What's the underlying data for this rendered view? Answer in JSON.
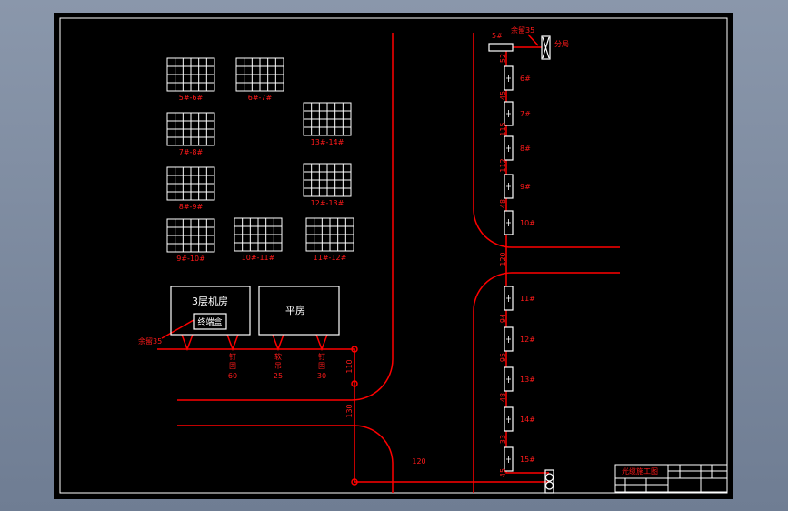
{
  "colors": {
    "background": "#000000",
    "road": "#ff0000",
    "structure": "#ffffff",
    "label": "#ff1a1a"
  },
  "buildings": [
    {
      "label": "3层机房",
      "sub_label": "终端盒"
    },
    {
      "label": "平房"
    }
  ],
  "left_cable": {
    "reserve": "余留35",
    "segments": [
      {
        "method": "钉固",
        "length": "60"
      },
      {
        "method": "软吊",
        "length": "25"
      },
      {
        "method": "钉固",
        "length": "30"
      }
    ],
    "vertical_dims": [
      "110",
      "130"
    ],
    "bottom_dim": "120"
  },
  "right_cable": {
    "start_pole": "5#",
    "reserve": "余留35",
    "office": "分局",
    "poles": [
      "6#",
      "7#",
      "8#",
      "9#",
      "10#",
      "11#",
      "12#",
      "13#",
      "14#",
      "15#"
    ],
    "spans": [
      "52",
      "45",
      "115",
      "112",
      "48",
      "120",
      "94",
      "95",
      "48",
      "33",
      "45"
    ]
  },
  "grids": [
    "5#-6#",
    "6#-7#",
    "7#-8#",
    "13#-14#",
    "8#-9#",
    "12#-13#",
    "9#-10#",
    "10#-11#",
    "11#-12#"
  ],
  "title_block": {
    "title": "光缆施工图"
  }
}
